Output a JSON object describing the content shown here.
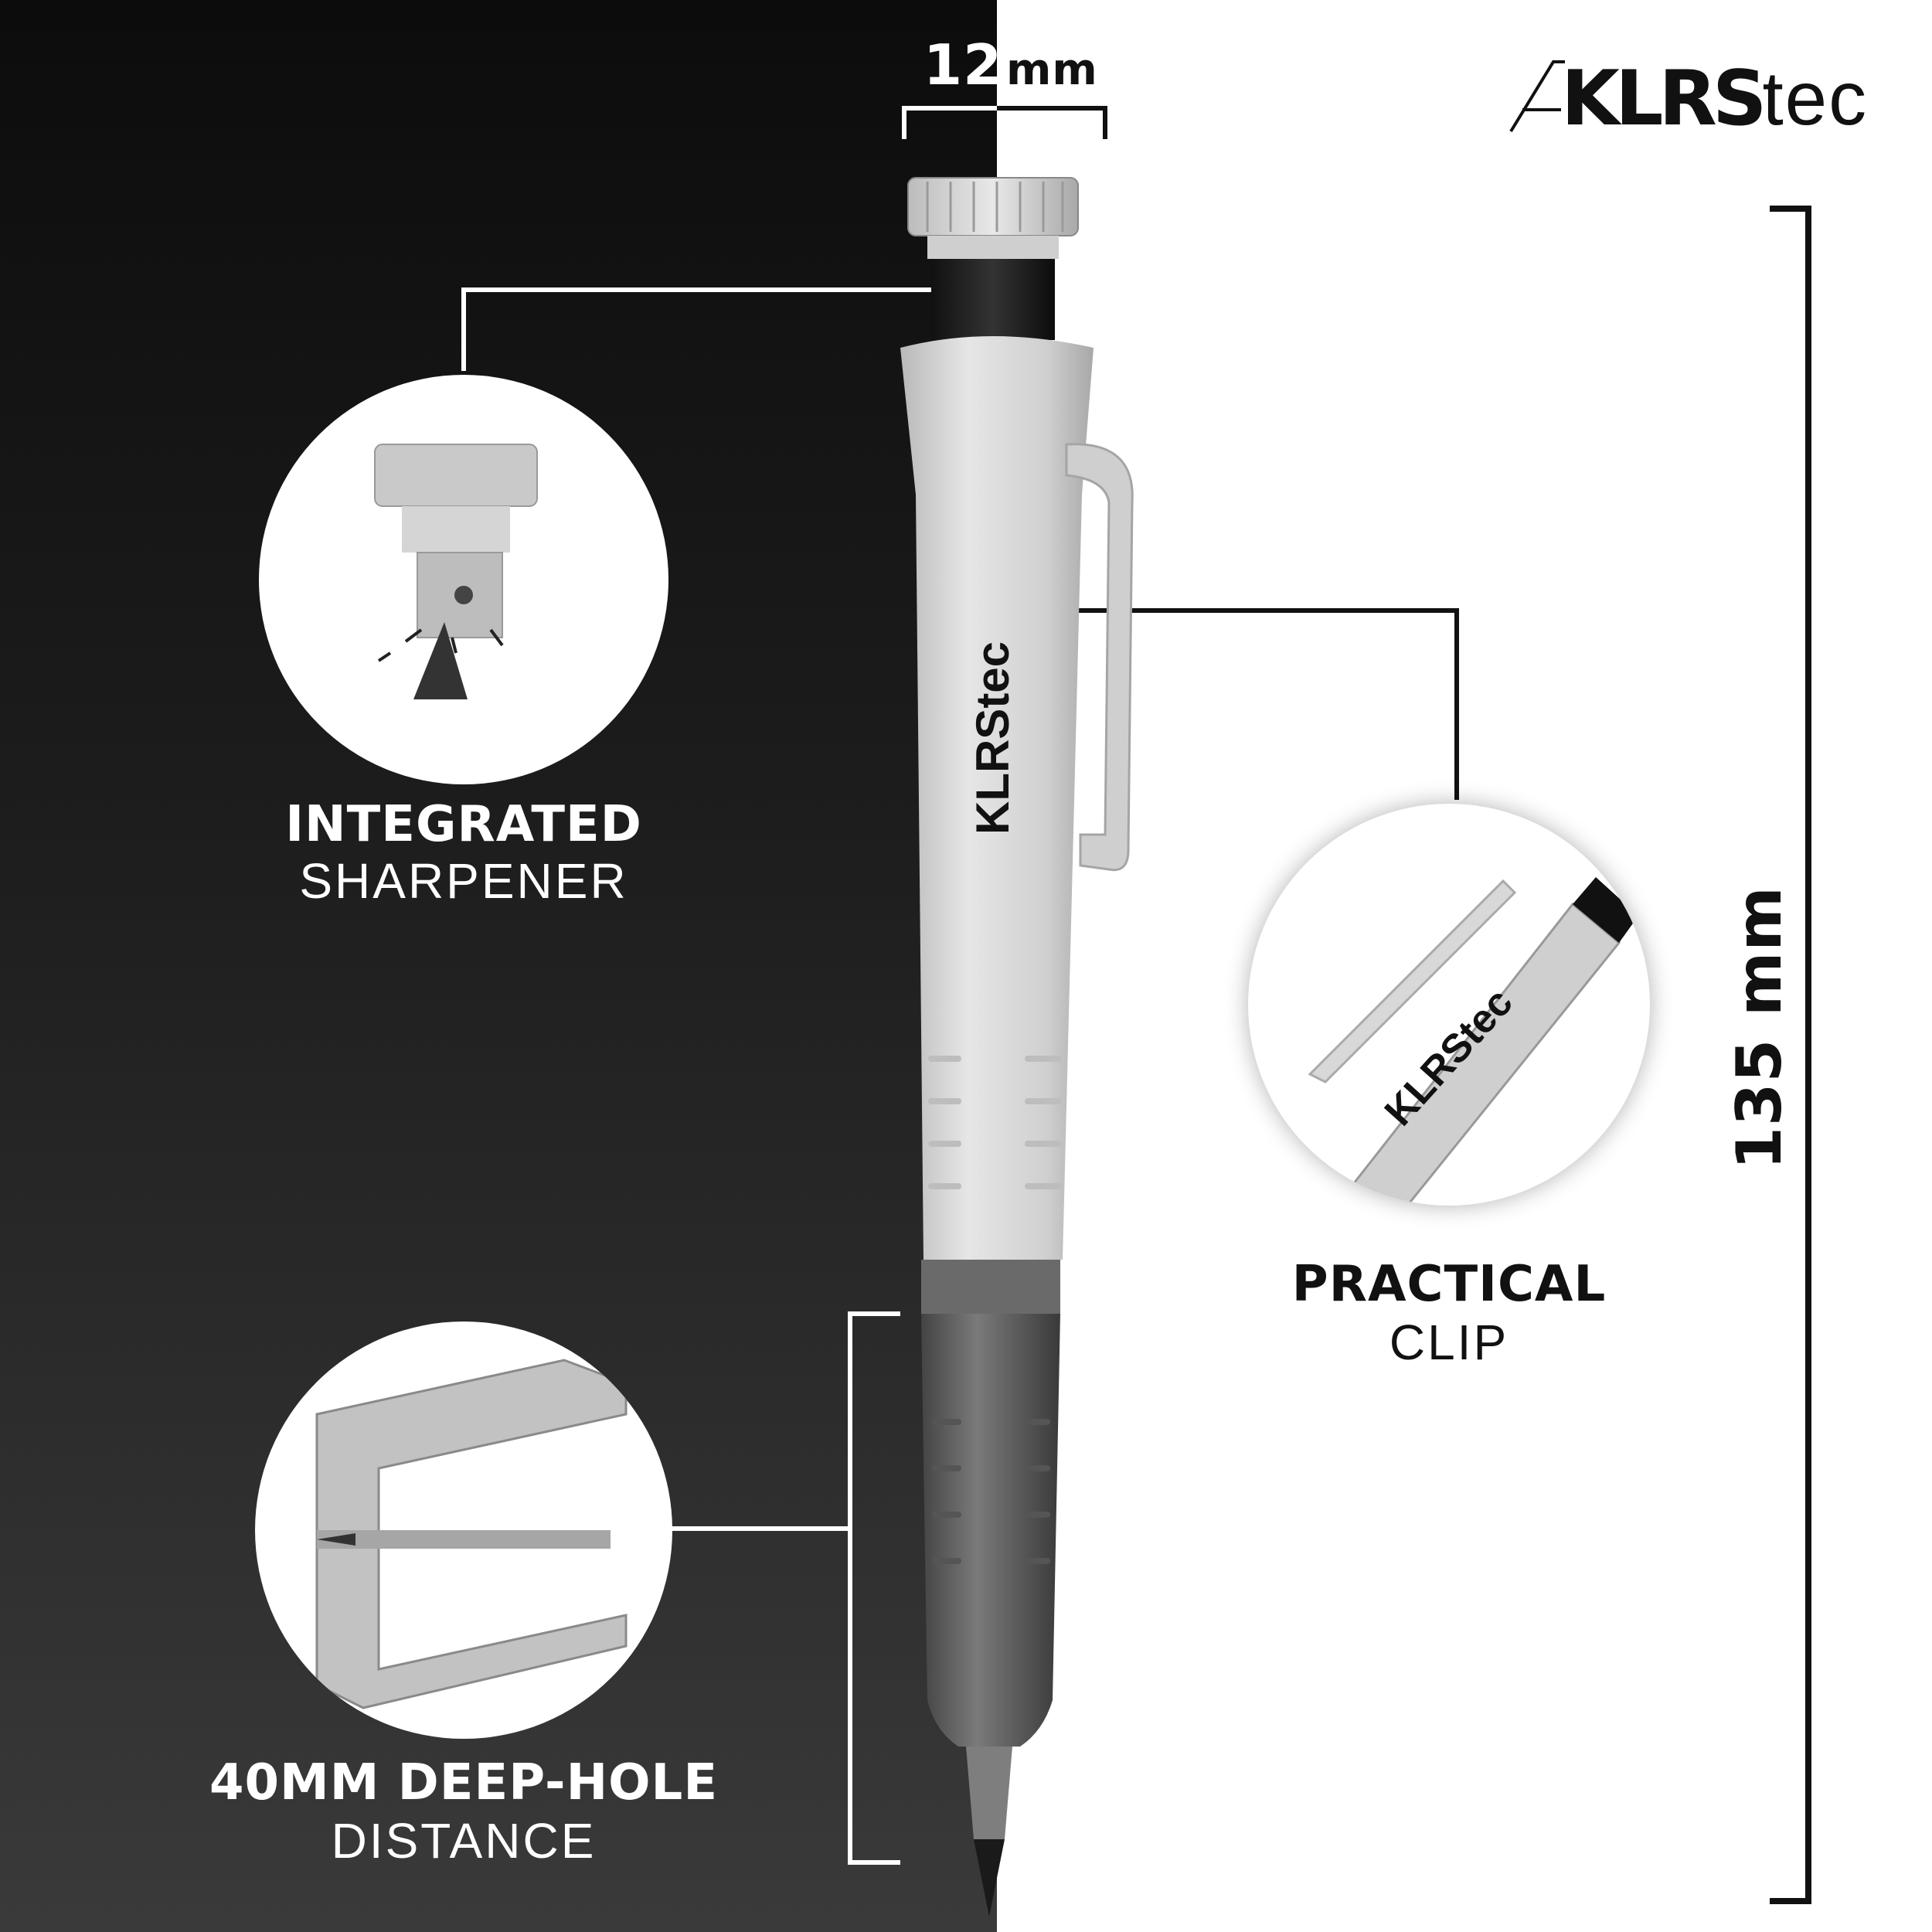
{
  "brand": {
    "logo_text": "KLRStec",
    "logo_bold": "KLRS",
    "logo_light": "tec"
  },
  "dimensions": {
    "width_value": "12",
    "width_unit": "mm",
    "height_label": "135 mm"
  },
  "features": [
    {
      "title": "INTEGRATED",
      "subtitle": "SHARPENER"
    },
    {
      "title": "PRACTICAL",
      "subtitle": "CLIP"
    },
    {
      "title": "40MM DEEP-HOLE",
      "subtitle": "DISTANCE"
    }
  ],
  "colors": {
    "dark_background": "#1e1e1e",
    "light_background": "#ffffff",
    "pencil_body": "#d4d4d4",
    "pencil_dark": "#2b2b2b"
  },
  "icons": [
    "sharpener-illustration",
    "clip-illustration",
    "deep-hole-illustration"
  ]
}
